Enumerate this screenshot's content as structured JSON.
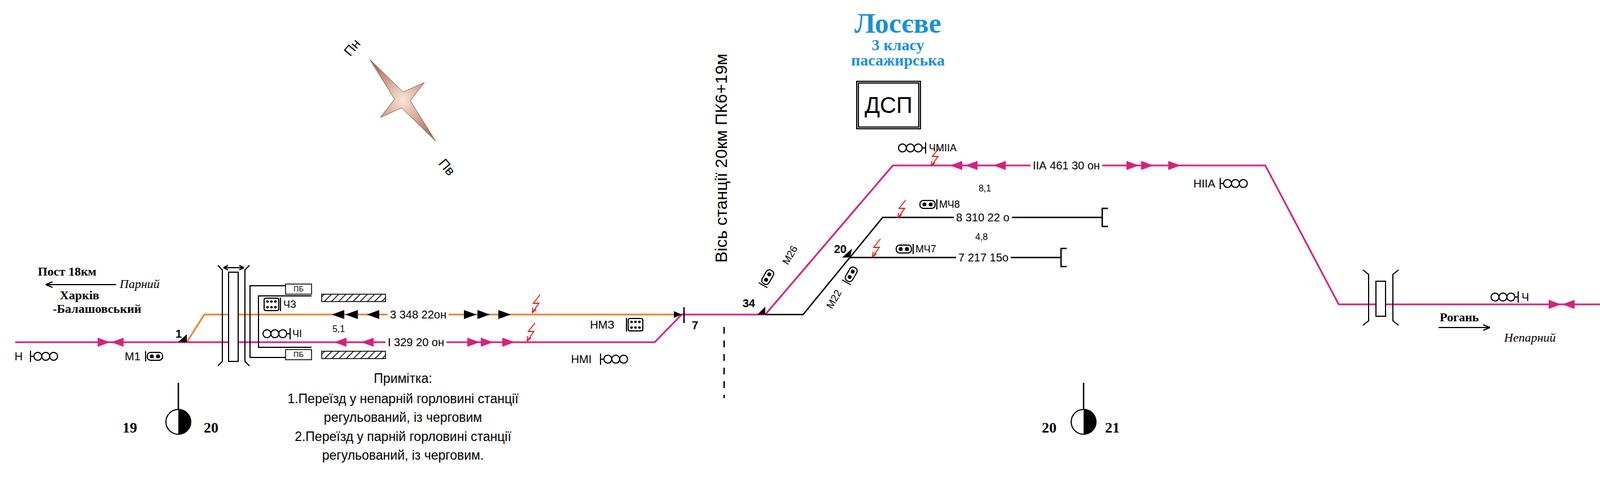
{
  "diagram": {
    "title": "Лосєве",
    "nodes": [
      {
        "text": [
          "ДСП"
        ]
      }
    ],
    "labels": [
      "3 класу",
      "пасажирська",
      "Вісь станції 20км ПК6+19м",
      "Пн",
      "Пв",
      "Пост 18км",
      "Парний",
      "Харків",
      "-Балашовський",
      "Н",
      "М1",
      "ЧЗ",
      "ЧІ",
      "3 348 22он",
      "5,1",
      "І 329 20 он",
      "НМЗ",
      "НМІ",
      "7",
      "1",
      "34",
      "М26",
      "М22",
      "20",
      "ЧМІІА",
      "ІІА 461 30 он",
      "8,1",
      "НІІА",
      "МЧ8",
      "8 310 22 о",
      "4,8",
      "МЧ7",
      "7 217 15о",
      "Ч",
      "Рогань",
      "Непарний",
      "ПБ",
      "ПБ",
      "Примітка:",
      "1.Переїзд у непарній горловині станції регульований, із черговим",
      "2.Переїзд у парній горловині станції регульований, із черговим.",
      "19",
      "20",
      "20",
      "21"
    ]
  }
}
